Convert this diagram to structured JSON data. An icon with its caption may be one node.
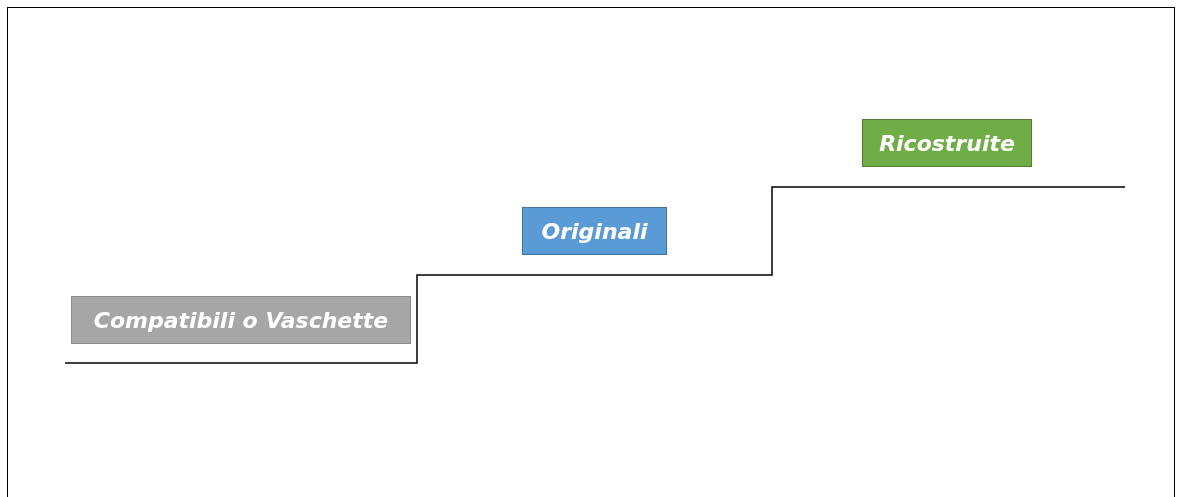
{
  "diagram": {
    "nodes": [
      {
        "text": [
          "Compatibili o Vaschette"
        ]
      },
      {
        "text": [
          "Originali"
        ]
      },
      {
        "text": [
          "Ricostruite"
        ]
      }
    ]
  }
}
